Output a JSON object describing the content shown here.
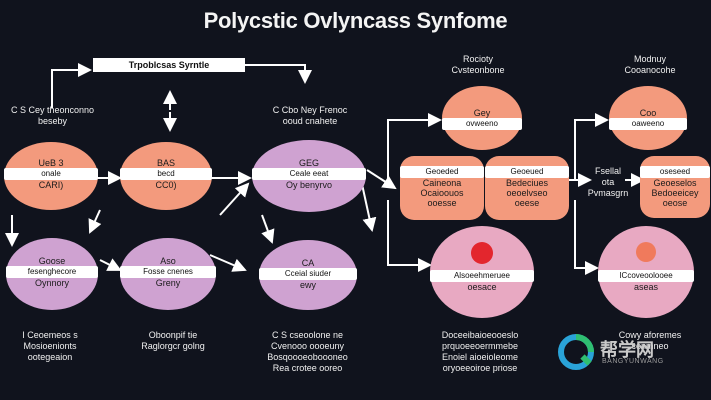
{
  "title": "Polycstic Ovlyncass Synfome",
  "banner": "Trpoblcsas Syrntle",
  "captions": {
    "left_top": [
      "C S  Cey theonconno",
      "beseby"
    ],
    "center_top": [
      "C  Cbo  Ney  Frenoc",
      "ooud  cnahete"
    ],
    "right_top_1": [
      "Rocioty",
      "Cvsteonbone"
    ],
    "right_top_2": [
      "Modnuy",
      "Cooanocohe"
    ],
    "mid_right": [
      "Fsellal",
      "ota",
      "Pvmasgrn"
    ]
  },
  "nodes": {
    "n1": {
      "line1": "UeB  3",
      "pill": "onale",
      "line3": "CARI)"
    },
    "n2": {
      "line1": "BAS",
      "pill": "becd",
      "line3": "CC0)"
    },
    "n3": {
      "line1": "GEG",
      "pill": "Ceale eeat",
      "line3": "Oy  benyrvo"
    },
    "n4": {
      "line1": "Goose",
      "pill": "fesenghecore",
      "line3": "Oynnory"
    },
    "n5": {
      "line1": "Aso",
      "pill": "Fosse cnenes",
      "line3": "Greny"
    },
    "n6": {
      "line1": "CA",
      "pill": "Cceial  siuder",
      "line3": "ewy"
    },
    "n7": {
      "line1": "Gey",
      "pill": "ovweeno"
    },
    "n8": {
      "line1": "Coo",
      "pill": "oaweeno"
    },
    "b1": {
      "head": "Geoeded",
      "lines": [
        "Caineona",
        "Ocaioouos",
        "ooesse"
      ]
    },
    "b2": {
      "head": "Geoeued",
      "lines": [
        "Bedeciues",
        "oeoelvseo",
        "oeese"
      ]
    },
    "b3": {
      "head": "oseseed",
      "lines": [
        "Geoeselos",
        "Bedoeeicey",
        "oeose"
      ]
    },
    "c1": {
      "pill": "Alsoeehmeruee",
      "line2": "oesace"
    },
    "c2": {
      "pill": "ICcoveoolooee",
      "line2": "aseas"
    }
  },
  "bottom_captions": [
    [
      "I  Ceoemeos s",
      "Mosioenionts",
      "ootegeaion"
    ],
    [
      "Oboonpif  tie",
      "Raglorgcr golng"
    ],
    [
      "C S  cseoolone  ne",
      "Cvenooo  oooeuny",
      "Bosqoooeoboooneo",
      "Rea  crotee ooreo"
    ],
    [
      "Doceeibaioeooeslo",
      "prquoeeoermmebe",
      "Enoiel  aioeioleome",
      "oryoeeoiroe  priose"
    ],
    [
      "Cowy  aforemes",
      "cenmneo"
    ]
  ],
  "watermark": {
    "cn": "帮学网",
    "en": "BANGYUNWANG"
  },
  "colors": {
    "salmon": "#f39a7d",
    "lilac": "#cfa2d1",
    "red": "#e3262d",
    "background": "#10131d"
  }
}
